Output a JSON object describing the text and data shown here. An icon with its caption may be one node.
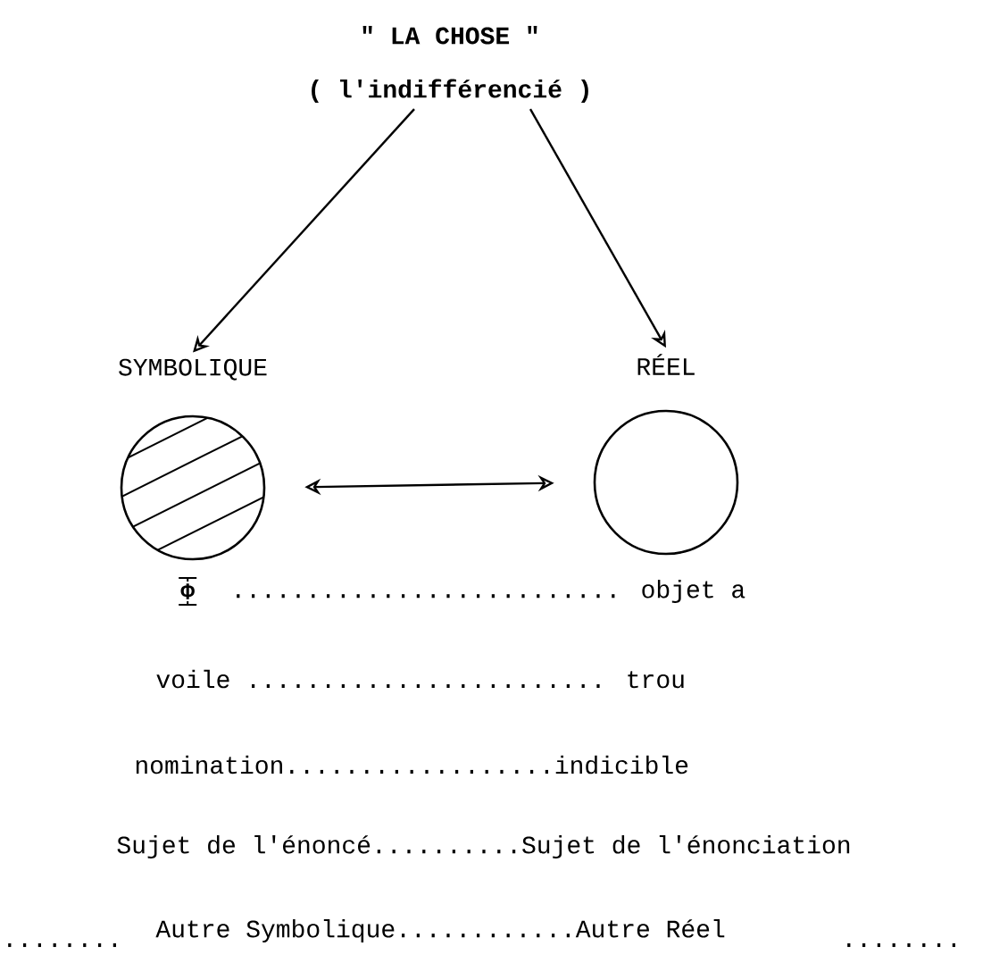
{
  "diagram": {
    "nodes": [
      {
        "text": [
          "\" LA CHOSE \"",
          "( l'indifférencié )"
        ]
      },
      {
        "text": [
          "SYMBOLIQUE"
        ]
      },
      {
        "text": [
          "RÉEL"
        ]
      }
    ],
    "edges": [
      {
        "from": 0,
        "to": 1,
        "arrow": "to"
      },
      {
        "from": 0,
        "to": 2,
        "arrow": "to"
      },
      {
        "from": 1,
        "to": 2,
        "arrow": "both"
      }
    ],
    "labels": [
      "Φ",
      ".......................... objet a",
      "voile ........................ trou",
      "nomination..................indicible",
      "Sujet de l'énoncé..........Sujet de l'énonciation",
      "Autre Symbolique............Autre Réel",
      "........",
      "........"
    ]
  }
}
